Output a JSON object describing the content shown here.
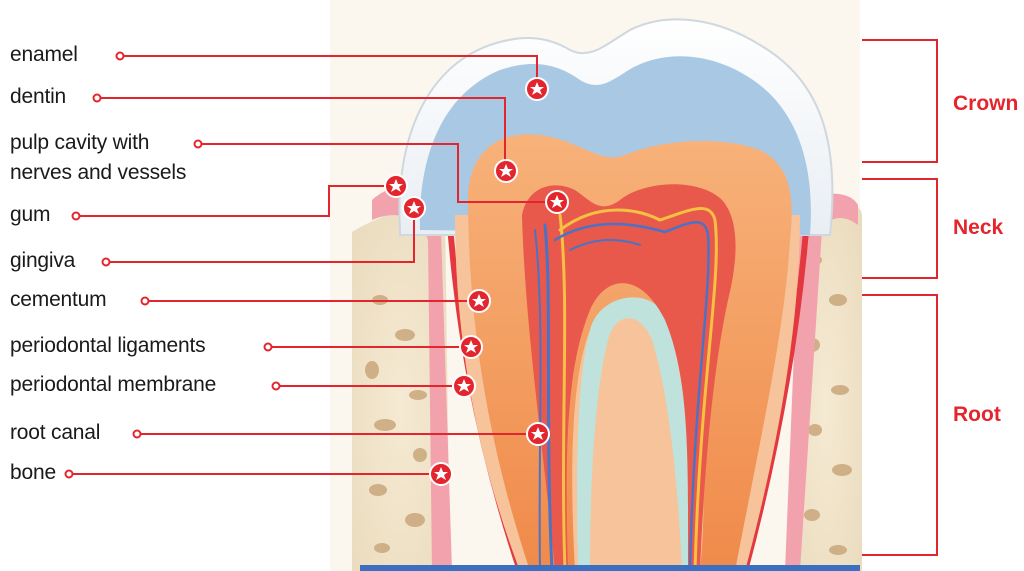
{
  "labels": {
    "enamel": "enamel",
    "dentin": "dentin",
    "pulp_line1": "pulp cavity with",
    "pulp_line2": "nerves and vessels",
    "gum": "gum",
    "gingiva": "gingiva",
    "cementum": "cementum",
    "periodontal_ligaments": "periodontal ligaments",
    "periodontal_membrane": "periodontal membrane",
    "root_canal": "root canal",
    "bone": "bone"
  },
  "regions": {
    "crown": "Crown",
    "neck": "Neck",
    "root": "Root"
  },
  "colors": {
    "accent": "#e3262e",
    "enamel": "#a9c8e4",
    "dentin": "#f39a5f",
    "pulp": "#e8584b",
    "bone": "#f2e3c8",
    "gum": "#f27e8c"
  }
}
